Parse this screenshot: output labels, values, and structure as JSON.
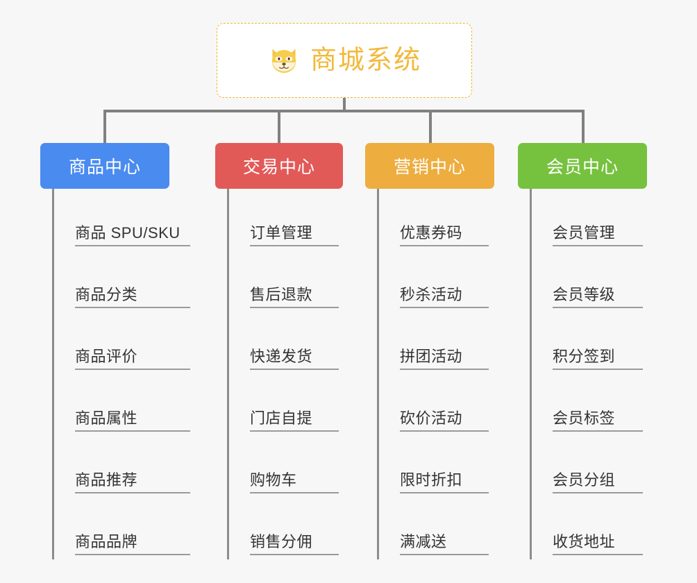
{
  "root": {
    "title": "商城系统",
    "emoji_name": "shiba-dog-face-icon",
    "accent_color": "#f2b93c",
    "border_color": "#f0b429"
  },
  "background_color": "#f7f7f7",
  "connector_color": "#808080",
  "branches": [
    {
      "name": "商品中心",
      "color": "#4a8bf0",
      "items": [
        "商品 SPU/SKU",
        "商品分类",
        "商品评价",
        "商品属性",
        "商品推荐",
        "商品品牌"
      ]
    },
    {
      "name": "交易中心",
      "color": "#e25a58",
      "items": [
        "订单管理",
        "售后退款",
        "快递发货",
        "门店自提",
        "购物车",
        "销售分佣"
      ]
    },
    {
      "name": "营销中心",
      "color": "#edad3f",
      "items": [
        "优惠券码",
        "秒杀活动",
        "拼团活动",
        "砍价活动",
        "限时折扣",
        "满减送"
      ]
    },
    {
      "name": "会员中心",
      "color": "#76c23f",
      "items": [
        "会员管理",
        "会员等级",
        "积分签到",
        "会员标签",
        "会员分组",
        "收货地址"
      ]
    }
  ]
}
